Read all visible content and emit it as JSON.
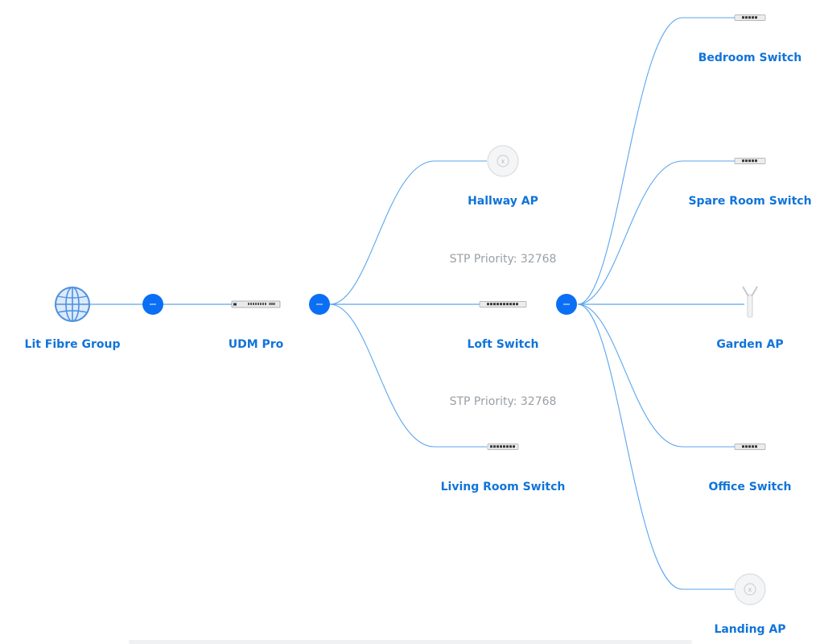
{
  "topology": {
    "nodes": [
      {
        "id": "isp",
        "label": "Lit Fibre Group",
        "icon": "globe-icon"
      },
      {
        "id": "udm",
        "label": "UDM Pro",
        "icon": "gateway-rack-icon"
      },
      {
        "id": "hallway",
        "label": "Hallway AP",
        "icon": "access-point-icon"
      },
      {
        "id": "loft",
        "label": "Loft Switch",
        "icon": "switch-icon"
      },
      {
        "id": "living",
        "label": "Living Room Switch",
        "icon": "switch-icon"
      },
      {
        "id": "bedroom",
        "label": "Bedroom Switch",
        "icon": "switch-icon"
      },
      {
        "id": "spare",
        "label": "Spare Room Switch",
        "icon": "switch-icon"
      },
      {
        "id": "garden",
        "label": "Garden AP",
        "icon": "outdoor-ap-icon"
      },
      {
        "id": "office",
        "label": "Office Switch",
        "icon": "switch-icon"
      },
      {
        "id": "landing",
        "label": "Landing AP",
        "icon": "access-point-icon"
      }
    ],
    "stp_labels": {
      "hallway": "STP Priority: 32768",
      "living": "STP Priority: 32768"
    },
    "colors": {
      "link": "#5aa6ee",
      "label": "#1174d9",
      "collapse": "#0b6ff5",
      "stp": "#9aa0a6"
    }
  }
}
